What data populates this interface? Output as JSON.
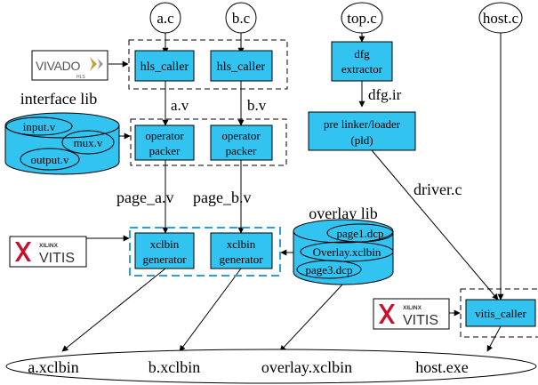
{
  "colors": {
    "box_fill": "#33c3f0",
    "edge": "#000000",
    "xilinx_red": "#c8102e",
    "vivado_gold": "#c8a23a",
    "group_dash_blue": "#2aa0d8"
  },
  "sources": {
    "a_c": "a.c",
    "b_c": "b.c",
    "top_c": "top.c",
    "host_c": "host.c"
  },
  "boxes": {
    "hls_a": "hls_caller",
    "hls_b": "hls_caller",
    "packer_a": [
      "operator",
      "packer"
    ],
    "packer_b": [
      "operator",
      "packer"
    ],
    "xclbin_a": [
      "xclbin",
      "generator"
    ],
    "xclbin_b": [
      "xclbin",
      "generator"
    ],
    "dfg": [
      "dfg",
      "extractor"
    ],
    "pld": [
      "pre linker/loader",
      "(pld)"
    ],
    "vitis_caller": "vitis_caller"
  },
  "labels": {
    "a_v": "a.v",
    "b_v": "b.v",
    "page_a_v": "page_a.v",
    "page_b_v": "page_b.v",
    "dfg_ir": "dfg.ir",
    "driver_c": "driver.c"
  },
  "interface_lib": {
    "title": "interface lib",
    "items": [
      "input.v",
      "mux.v",
      "output.v"
    ]
  },
  "overlay_lib": {
    "title": "overlay lib",
    "items": [
      "page1.dcp",
      "Overlay.xclbin",
      "page3.dcp"
    ]
  },
  "outputs": [
    "a.xclbin",
    "b.xclbin",
    "overlay.xclbin",
    "host.exe"
  ],
  "logos": {
    "vivado": {
      "word": "VIVADO",
      "sub": "HLS",
      "icon": "vivado-logo-icon"
    },
    "vitis": {
      "brand": "XILINX",
      "word": "VITIS",
      "icon": "xilinx-logo-icon"
    }
  }
}
